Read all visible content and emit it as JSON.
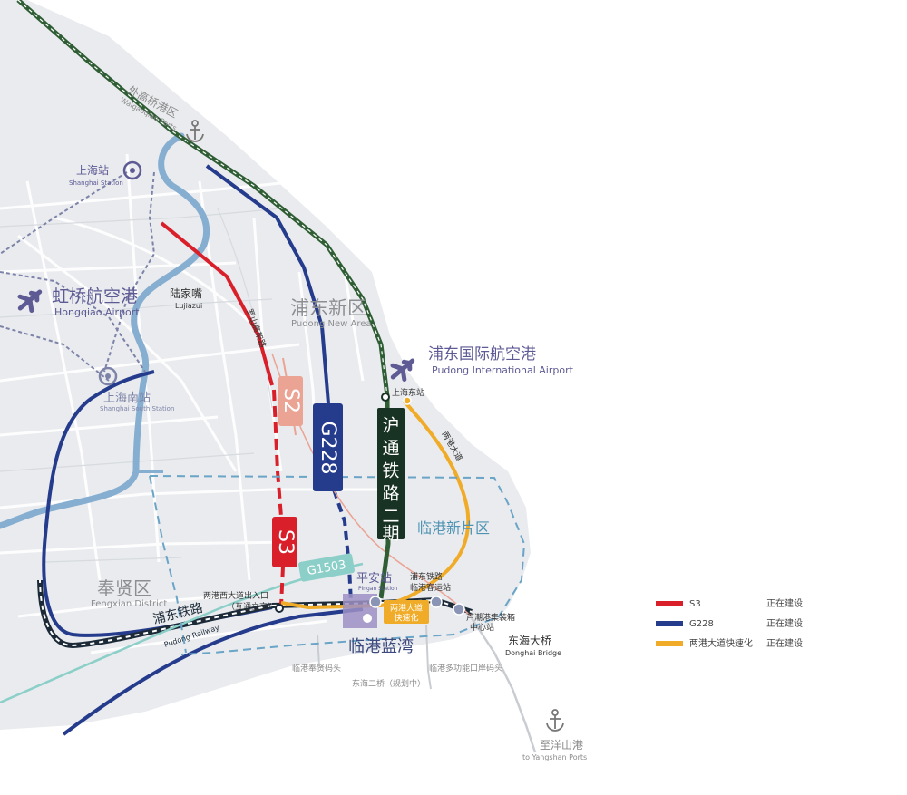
{
  "places": {
    "waigaoqiao_cn": "外高桥港区",
    "waigaoqiao_en": "Waigaoqiao Ports",
    "shanghai_station_cn": "上海站",
    "shanghai_station_en": "Shanghai Station",
    "hongqiao_cn": "虹桥航空港",
    "hongqiao_en": "Hongqiao Airport",
    "lujiazui_cn": "陆家嘴",
    "lujiazui_en": "Lujiazui",
    "pudong_new_area_cn": "浦东新区",
    "pudong_new_area_en": "Pudong New Area",
    "pudong_airport_cn": "浦东国际航空港",
    "pudong_airport_en": "Pudong International Airport",
    "shanghai_south_cn": "上海南站",
    "shanghai_south_en": "Shanghai South Station",
    "shanghai_east_cn": "上海东站",
    "lingang_zone_cn": "临港新片区",
    "fengxian_cn": "奉贤区",
    "fengxian_en": "Fengxian District",
    "pingan_cn": "平安站",
    "pingan_en": "Pingan Station",
    "pudong_rail_hub_cn_1": "浦东铁路",
    "pudong_rail_hub_cn_2": "临港客运站",
    "container_cn_1": "芦潮港集装箱",
    "container_cn_2": "中心站",
    "lingang_bay_cn": "临港蓝湾",
    "donghai_bridge_cn": "东海大桥",
    "donghai_bridge_en": "Donghai Bridge",
    "fengxian_pier_cn": "临港奉贤码头",
    "multi_pier_cn": "临港多功能口岸码头",
    "donghai_bridge2_cn": "东海二桥（规划中）",
    "yangshan_cn": "至洋山港",
    "yangshan_en": "to Yangshan Ports",
    "gangxi_exit_cn_1": "两港西大道出入口",
    "gangxi_exit_cn_2": "（互通立交）"
  },
  "roads": {
    "luoshan": "罗山高架路",
    "lianggang": "两港大道",
    "pudong_railway_cn": "浦东铁路",
    "pudong_railway_en": "Pudong Railway",
    "s2": "S2",
    "s3": "S3",
    "g228": "G228",
    "g1503": "G1503",
    "hutong_chars": [
      "沪",
      "通",
      "铁",
      "路",
      "二",
      "期"
    ],
    "express_1": "两港大道",
    "express_2": "快速化"
  },
  "legend": {
    "items": [
      {
        "name": "S3",
        "status": "正在建设",
        "color": "#d9202a"
      },
      {
        "name": "G228",
        "status": "正在建设",
        "color": "#253b8c"
      },
      {
        "name": "两港大道快速化",
        "status": "正在建设",
        "color": "#f0ac28"
      }
    ]
  },
  "colors": {
    "land": "#e9ebee",
    "road_grey": "#ffffff",
    "river": "#86aed0",
    "s3_red": "#d9202a",
    "g228_blue": "#253b8c",
    "lianggang_orange": "#f0ac28",
    "railway_green": "#2f5d34",
    "s2_pink": "#eba394",
    "g1503_teal": "#8bcfc8",
    "hutong_dark": "#183224",
    "zone_dash": "#6aa4c7",
    "purple": "#5d5a94"
  }
}
